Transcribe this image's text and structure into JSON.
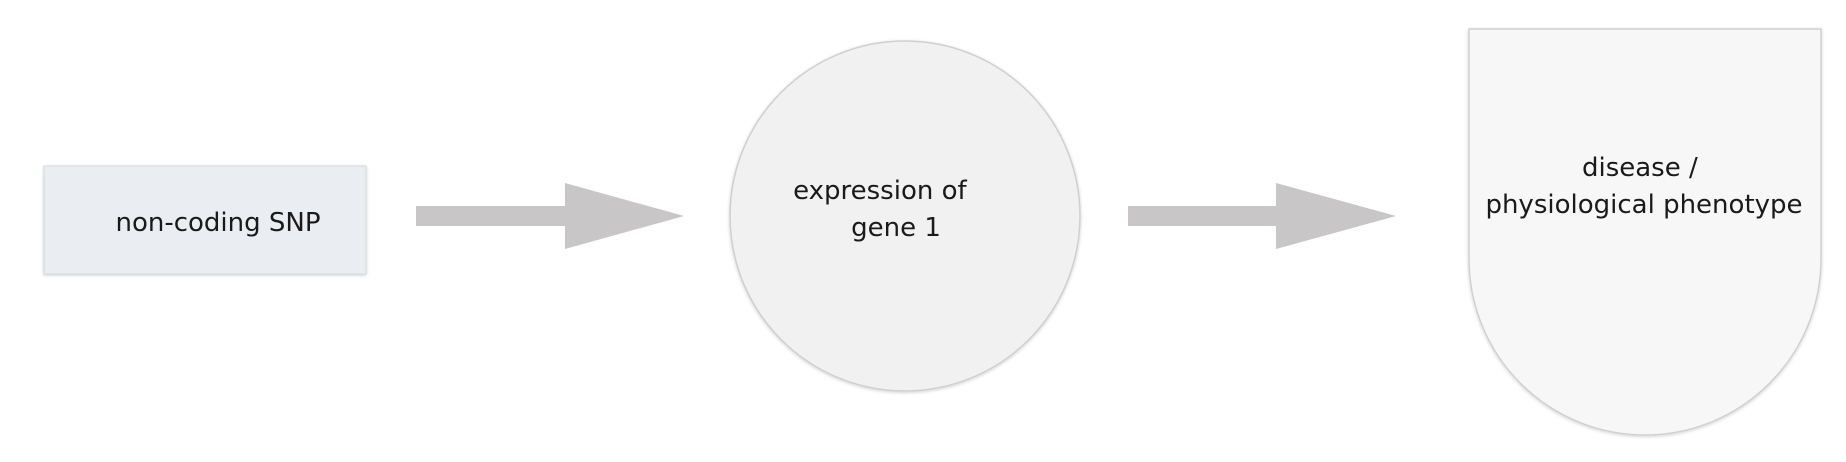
{
  "diagram": {
    "nodes": [
      {
        "id": "snp",
        "shape": "rectangle",
        "lines": [
          "non-coding SNP"
        ],
        "fill": "#eaeef2"
      },
      {
        "id": "gene",
        "shape": "circle",
        "lines": [
          "expression of",
          "gene 1"
        ],
        "fill": "#f0f1f0"
      },
      {
        "id": "phenotype",
        "shape": "shield",
        "lines": [
          "disease /",
          "physiological phenotype"
        ],
        "fill": "#f7f7f7"
      }
    ],
    "edges": [
      {
        "from": "snp",
        "to": "gene",
        "color": "#c8c6c6"
      },
      {
        "from": "gene",
        "to": "phenotype",
        "color": "#c8c6c6"
      }
    ],
    "stroke_color": "#d0d0d0"
  }
}
